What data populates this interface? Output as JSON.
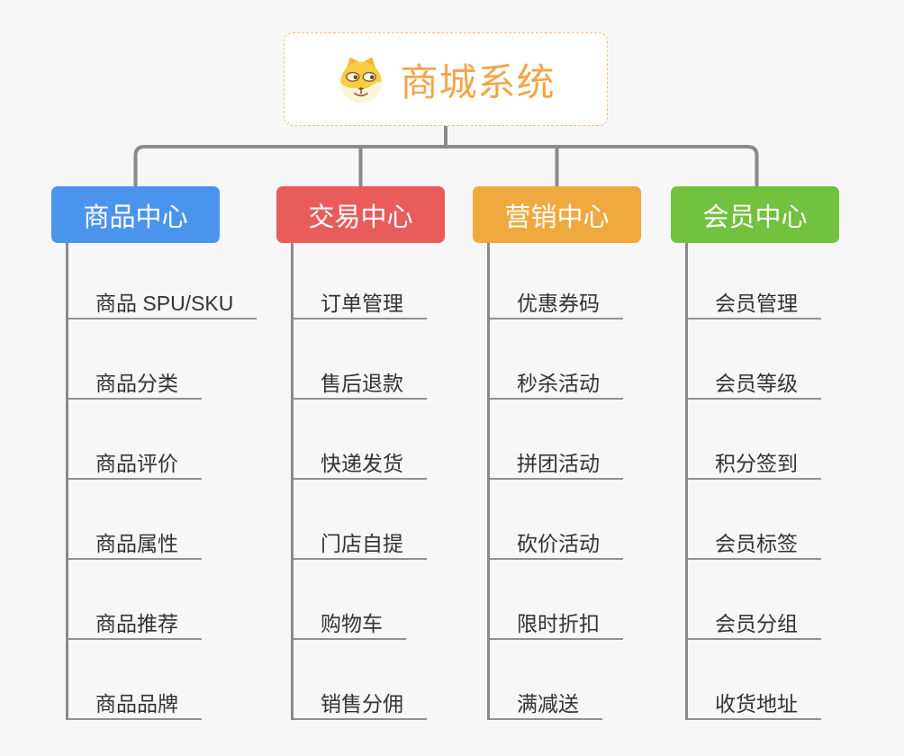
{
  "root": {
    "title": "商城系统",
    "icon": "doge-icon"
  },
  "branches": [
    {
      "label": "商品中心",
      "color": "#4b94ee",
      "children": [
        "商品 SPU/SKU",
        "商品分类",
        "商品评价",
        "商品属性",
        "商品推荐",
        "商品品牌"
      ]
    },
    {
      "label": "交易中心",
      "color": "#e85c5c",
      "children": [
        "订单管理",
        "售后退款",
        "快递发货",
        "门店自提",
        "购物车",
        "销售分佣"
      ]
    },
    {
      "label": "营销中心",
      "color": "#efa93e",
      "children": [
        "优惠券码",
        "秒杀活动",
        "拼团活动",
        "砍价活动",
        "限时折扣",
        "满减送"
      ]
    },
    {
      "label": "会员中心",
      "color": "#72c13f",
      "children": [
        "会员管理",
        "会员等级",
        "积分签到",
        "会员标签",
        "会员分组",
        "收货地址"
      ]
    }
  ],
  "colors": {
    "background": "#f7f7f7",
    "connector": "#8a8a8a",
    "root_text": "#f2a64b",
    "root_border": "#efc17e",
    "leaf_text": "#333333",
    "leaf_underline": "#919191"
  }
}
